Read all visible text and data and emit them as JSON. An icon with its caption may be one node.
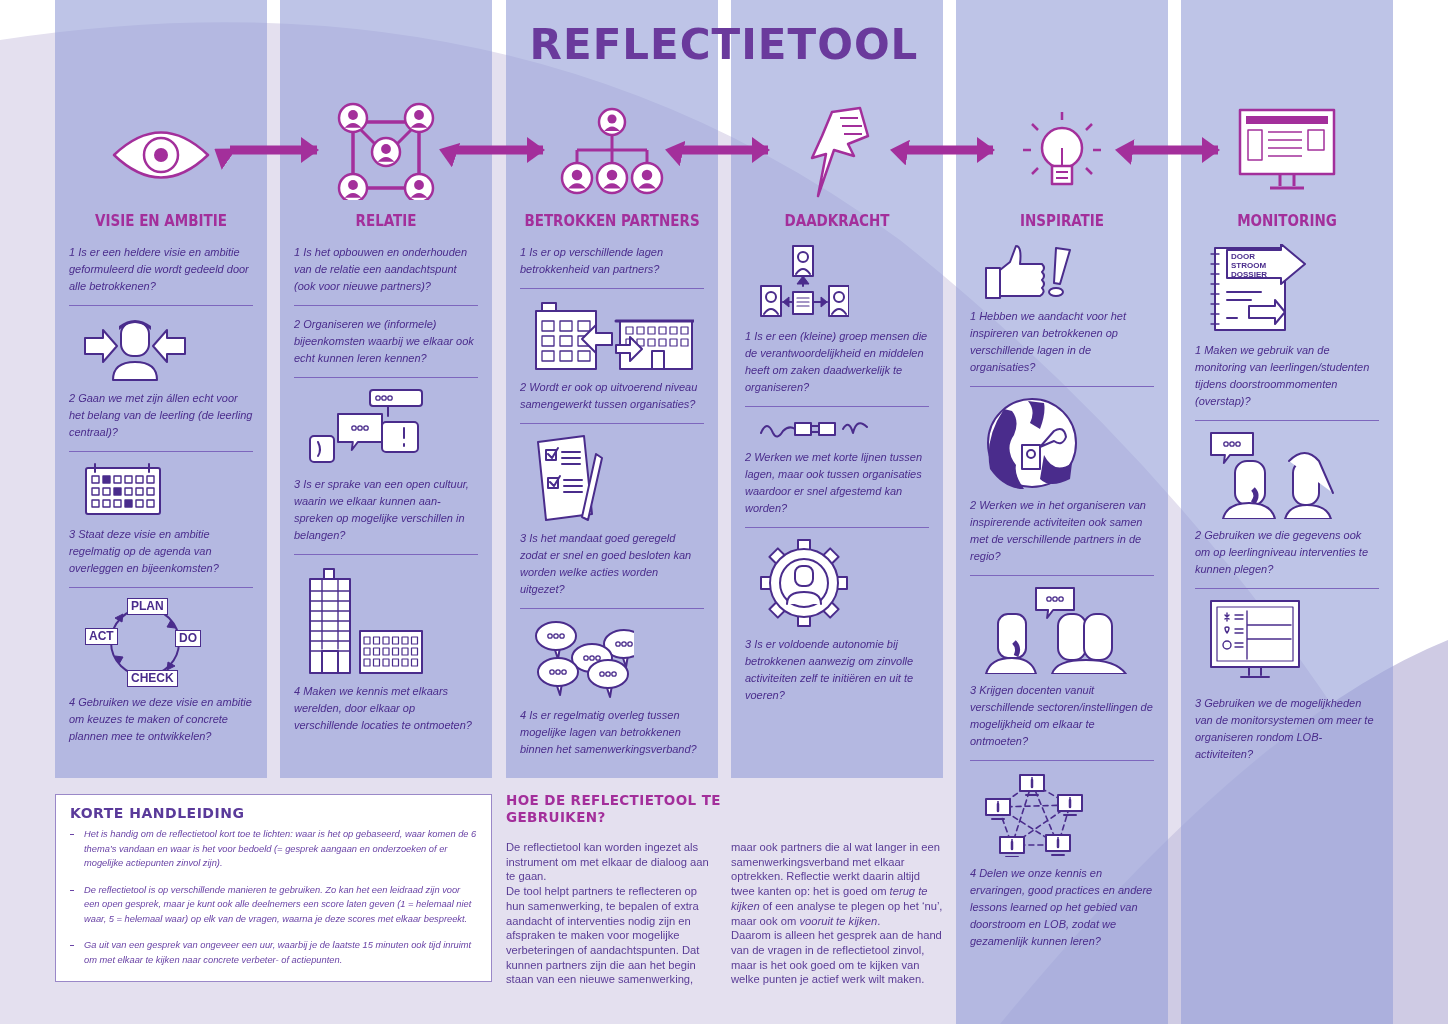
{
  "diagram": {
    "title": "REFLECTIETOOL",
    "nodes": [
      {
        "text": [
          "VISIE EN AMBITIE",
          "1 Is er een heldere visie en ambitie geformuleerd die wordt gedeeld door alle betrokkenen?",
          "2 Gaan we met zijn állen echt voor het belang van de leerling (de leerling centraal)?",
          "3 Staat deze visie en ambitie regelmatig op de agenda van overleggen en bijeenkomsten?",
          "4 Gebruiken we deze visie en ambitie om keuzes te maken of concrete plannen mee te ontwikkelen?"
        ]
      },
      {
        "text": [],
        "shape": "picture",
        "in": 0
      },
      {
        "text": [
          "RELATIE",
          "1 Is het opbouwen en onderhouden van de relatie een aandachtspunt (ook voor nieuwe partners)?",
          "2 Organiseren we (informele) bijeenkomsten waarbij we elkaar ook echt kunnen leren kennen?",
          "3 Is er sprake van een open cultuur, waarin we elkaar kunnen aan-spreken op mogelijke verschillen in belangen?",
          "4 Maken we kennis met elkaars werelden, door elkaar op verschillende locaties te ontmoeten?"
        ]
      },
      {
        "text": [],
        "shape": "picture",
        "in": 2
      },
      {
        "text": [
          "BETROKKEN PARTNERS",
          "1 Is er op verschillende lagen betrokkenheid van partners?",
          "2 Wordt er ook op uitvoerend niveau samengewerkt tussen organisaties?",
          "3 Is het mandaat goed geregeld zodat er snel en goed besloten kan worden welke acties worden uitgezet?",
          "4 Is er regelmatig overleg tussen mogelijke lagen van betrokkenen binnen het samenwerkingsverband?"
        ]
      },
      {
        "text": [],
        "shape": "picture",
        "in": 4
      },
      {
        "text": [
          "DAADKRACHT",
          "1 Is er een (kleine) groep mensen die de verantwoordelijkheid en middelen heeft om zaken daadwerkelijk te organiseren?",
          "2 Werken we met korte lijnen tussen lagen, maar ook tussen organisaties waardoor er snel afgestemd kan worden?",
          "3 Is er voldoende autonomie bij betrokkenen aanwezig om zinvolle activiteiten zelf te initiëren en uit te voeren?"
        ]
      },
      {
        "text": [],
        "shape": "picture",
        "in": 6
      },
      {
        "text": [
          "INSPIRATIE",
          "1 Hebben we aandacht voor het inspireren van betrokkenen op verschillende lagen in de organisaties?",
          "2 Werken we in het organiseren van inspirerende activiteiten ook samen met de verschillende partners in de regio?",
          "3 Krijgen docenten vanuit verschillende sectoren/instellingen de mogelijkheid om elkaar te ontmoeten?",
          "4 Delen we onze kennis en ervaringen, good practices en andere lessons learned op het gebied van doorstroom en LOB, zodat we gezamenlijk kunnen leren?"
        ]
      },
      {
        "text": [],
        "shape": "picture",
        "in": 8
      },
      {
        "text": [
          "MONITORING",
          "1 Maken we gebruik van de monitoring van leerlingen/studenten tijdens doorstroommomenten (overstap)?",
          "2 Gebruiken we die gegevens ook om op leerlingniveau interventies te kunnen plegen?",
          "3 Gebruiken we de mogelijkheden van de monitorsystemen om meer te organiseren rondom LOB-activiteiten?"
        ]
      },
      {
        "text": [],
        "shape": "picture",
        "in": 10
      },
      {
        "text": [
          "KORTE HANDLEIDING",
          "Het is handig om de reflectietool kort toe te lichten: waar is het op gebaseerd, waar komen de 6 thema’s vandaan en waar is het voor bedoeld (= gesprek aangaan en onderzoeken of er mogelijke actiepunten zinvol zijn).",
          "De reflectietool is op verschillende manieren te gebruiken. Zo kan het een leidraad zijn voor een open gesprek, maar je kunt ook alle deelnemers een score laten geven (1 = helemaal niet waar, 5 = helemaal waar) op elk van de vragen, waarna je deze scores met elkaar bespreekt.",
          "Ga uit van een gesprek van ongeveer een uur, waarbij je de laatste 15 minuten ook tijd inruimt om met elkaar te kijken naar concrete verbeter- of actiepunten."
        ]
      }
    ],
    "edges": [
      {
        "from": 1,
        "to": 3,
        "arrow": "both"
      },
      {
        "from": 3,
        "to": 5,
        "arrow": "both"
      },
      {
        "from": 5,
        "to": 7,
        "arrow": "both"
      },
      {
        "from": 7,
        "to": 9,
        "arrow": "both"
      },
      {
        "from": 9,
        "to": 11,
        "arrow": "both"
      }
    ],
    "labels": [
      "PLAN",
      "DO",
      "CHECK",
      "ACT",
      "DOOR STROOM DOSSIER",
      "HOE DE REFLECTIETOOL TE GEBRUIKEN?",
      "De reflectietool kan worden ingezet als instrument om met elkaar de dialoog aan te gaan.",
      "De tool helpt partners te reflecteren op hun samenwerking, te bepalen of extra aandacht of interventies nodig zijn en afspraken te maken voor mogelijke verbeteringen of aandachtspunten. Dat kunnen partners zijn die aan het begin staan van een nieuwe samenwerking,",
      "maar ook partners die al wat langer in een samenwerkingsverband met elkaar optrekken. Reflectie werkt daarin altijd twee kanten op: het is goed om *terug te kijken* of een analyse te plegen op het ‘nu’, maar ook om *vooruit te kijken*.",
      "Daarom is alleen het gesprek aan de hand van de vragen in de reflectietool zinvol, maar is het ook goed om te kijken van welke punten je actief werk wilt maken."
    ]
  }
}
